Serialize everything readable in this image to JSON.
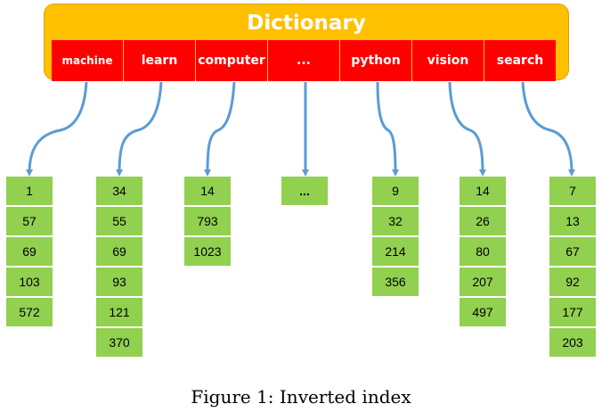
{
  "dictionary": {
    "title": "Dictionary",
    "terms": [
      "machine",
      "learn",
      "computer",
      "...",
      "python",
      "vision",
      "search"
    ]
  },
  "postings": [
    [
      "1",
      "57",
      "69",
      "103",
      "572"
    ],
    [
      "34",
      "55",
      "69",
      "93",
      "121",
      "370"
    ],
    [
      "14",
      "793",
      "1023"
    ],
    [
      "..."
    ],
    [
      "9",
      "32",
      "214",
      "356"
    ],
    [
      "14",
      "26",
      "80",
      "207",
      "497"
    ],
    [
      "7",
      "13",
      "67",
      "92",
      "177",
      "203"
    ]
  ],
  "caption": "Figure 1: Inverted index",
  "colors": {
    "dictionary_bg": "#FFC000",
    "term_bg": "#FF0000",
    "posting_bg": "#92D050",
    "arrow": "#5B9BD5"
  }
}
